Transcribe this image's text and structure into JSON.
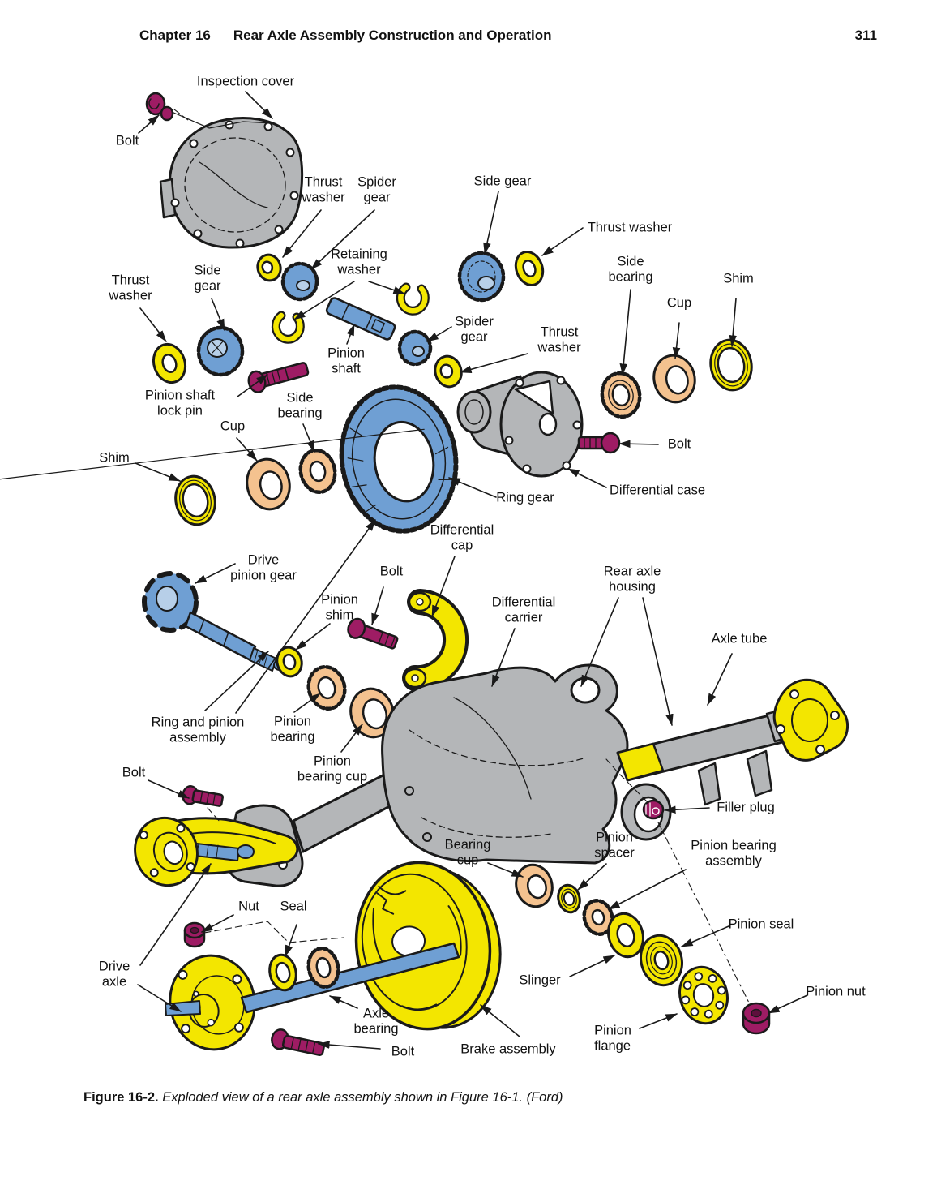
{
  "header": {
    "chapter": "Chapter 16",
    "title": "Rear Axle Assembly Construction and Operation",
    "page_number": "311"
  },
  "caption": {
    "label": "Figure 16-2.",
    "text": " Exploded view of a rear axle assembly shown in Figure 16-1. (Ford)"
  },
  "colors": {
    "part_yellow": "#f3e600",
    "part_blue": "#6f9fd3",
    "part_tan": "#f4c28f",
    "part_magenta": "#9e1c64",
    "part_gray": "#b4b6b8",
    "outline": "#1a1a1a"
  },
  "diagram": {
    "labels": [
      {
        "id": "inspection-cover",
        "text": "Inspection cover"
      },
      {
        "id": "bolt-top",
        "text": "Bolt"
      },
      {
        "id": "thrust-washer-1",
        "text": "Thrust\nwasher"
      },
      {
        "id": "spider-gear-1",
        "text": "Spider\ngear"
      },
      {
        "id": "side-gear-1",
        "text": "Side gear"
      },
      {
        "id": "thrust-washer-2",
        "text": "Thrust washer"
      },
      {
        "id": "retaining-washer",
        "text": "Retaining\nwasher"
      },
      {
        "id": "side-bearing-1",
        "text": "Side\nbearing"
      },
      {
        "id": "shim-1",
        "text": "Shim"
      },
      {
        "id": "cup-1",
        "text": "Cup"
      },
      {
        "id": "side-gear-2",
        "text": "Side\ngear"
      },
      {
        "id": "thrust-washer-3",
        "text": "Thrust\nwasher"
      },
      {
        "id": "spider-gear-2",
        "text": "Spider\ngear"
      },
      {
        "id": "thrust-washer-4",
        "text": "Thrust\nwasher"
      },
      {
        "id": "pinion-shaft",
        "text": "Pinion\nshaft"
      },
      {
        "id": "pinion-shaft-lock-pin",
        "text": "Pinion shaft\nlock pin"
      },
      {
        "id": "side-bearing-2",
        "text": "Side\nbearing"
      },
      {
        "id": "cup-2",
        "text": "Cup"
      },
      {
        "id": "shim-2",
        "text": "Shim"
      },
      {
        "id": "bolt-differential-case",
        "text": "Bolt"
      },
      {
        "id": "ring-gear",
        "text": "Ring gear"
      },
      {
        "id": "differential-case",
        "text": "Differential case"
      },
      {
        "id": "differential-cap",
        "text": "Differential\ncap"
      },
      {
        "id": "drive-pinion-gear",
        "text": "Drive\npinion gear"
      },
      {
        "id": "bolt-differential-cap",
        "text": "Bolt"
      },
      {
        "id": "rear-axle-housing",
        "text": "Rear axle\nhousing"
      },
      {
        "id": "pinion-shim",
        "text": "Pinion\nshim"
      },
      {
        "id": "differential-carrier",
        "text": "Differential\ncarrier"
      },
      {
        "id": "axle-tube",
        "text": "Axle tube"
      },
      {
        "id": "ring-and-pinion-assembly",
        "text": "Ring and pinion\nassembly"
      },
      {
        "id": "pinion-bearing",
        "text": "Pinion\nbearing"
      },
      {
        "id": "pinion-bearing-cup",
        "text": "Pinion\nbearing cup"
      },
      {
        "id": "bolt-axle-flange",
        "text": "Bolt"
      },
      {
        "id": "filler-plug",
        "text": "Filler plug"
      },
      {
        "id": "bearing-cup",
        "text": "Bearing\ncup"
      },
      {
        "id": "pinion-spacer",
        "text": "Pinion\nspacer"
      },
      {
        "id": "pinion-bearing-assembly",
        "text": "Pinion bearing\nassembly"
      },
      {
        "id": "nut",
        "text": "Nut"
      },
      {
        "id": "seal",
        "text": "Seal"
      },
      {
        "id": "pinion-seal",
        "text": "Pinion seal"
      },
      {
        "id": "drive-axle",
        "text": "Drive\naxle"
      },
      {
        "id": "slinger",
        "text": "Slinger"
      },
      {
        "id": "pinion-nut",
        "text": "Pinion nut"
      },
      {
        "id": "axle-bearing",
        "text": "Axle\nbearing"
      },
      {
        "id": "pinion-flange",
        "text": "Pinion\nflange"
      },
      {
        "id": "bolt-drive-axle",
        "text": "Bolt"
      },
      {
        "id": "brake-assembly",
        "text": "Brake assembly"
      }
    ]
  }
}
